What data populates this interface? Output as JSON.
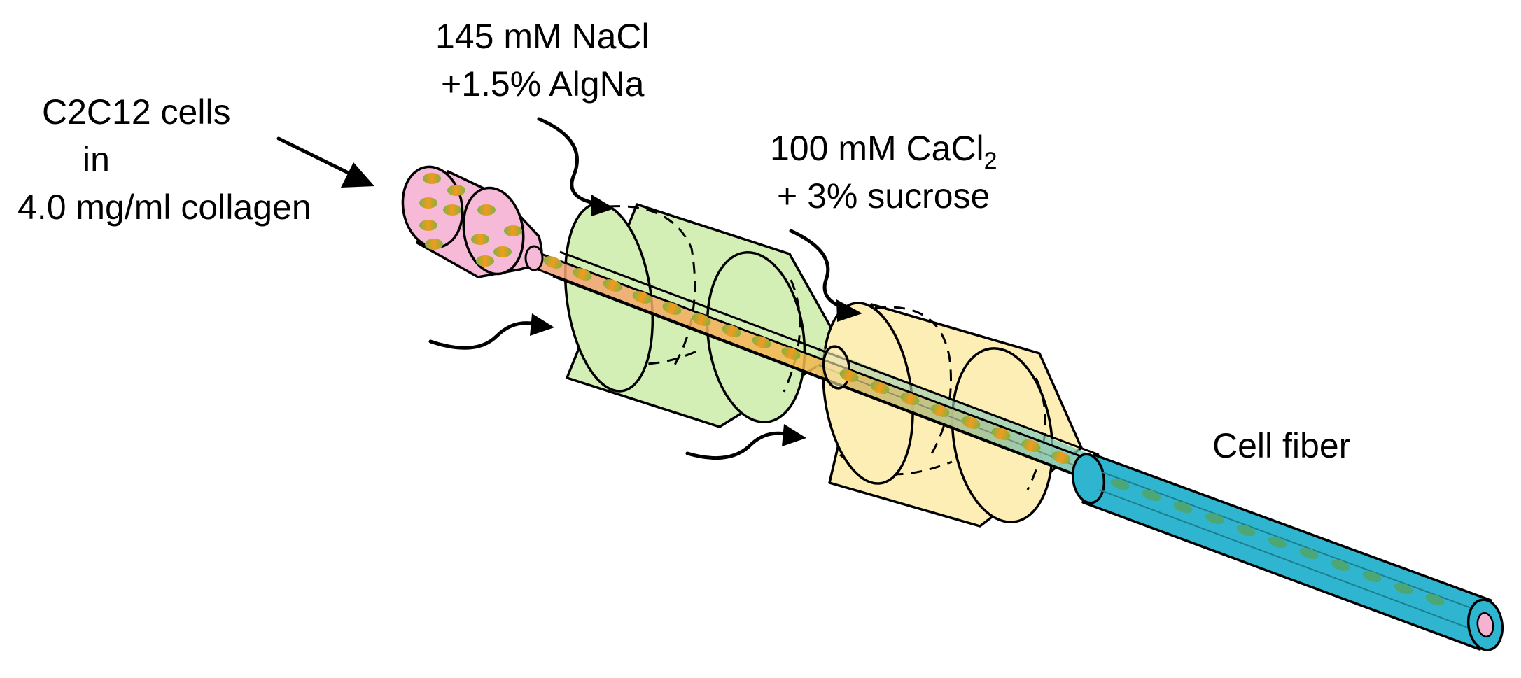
{
  "labels": {
    "cells_line1": "C2C12 cells",
    "cells_line2": "in",
    "cells_line3": "4.0 mg/ml collagen",
    "nacl_line1": "145 mM NaCl",
    "nacl_line2": "+1.5% AlgNa",
    "cacl_line1_main": "100 mM CaCl",
    "cacl_line1_sub": "2",
    "cacl_line2": "+ 3% sucrose",
    "output": "Cell fiber"
  },
  "colors": {
    "cell_reservoir": "#f7b9d8",
    "alginate_chamber": "#d3efb6",
    "calcium_chamber": "#fdeeb5",
    "fiber": "#2fb5cf",
    "cell_green": "#7cb342",
    "cell_orange": "#f59a1e",
    "lumen": "#f6b3d1"
  }
}
